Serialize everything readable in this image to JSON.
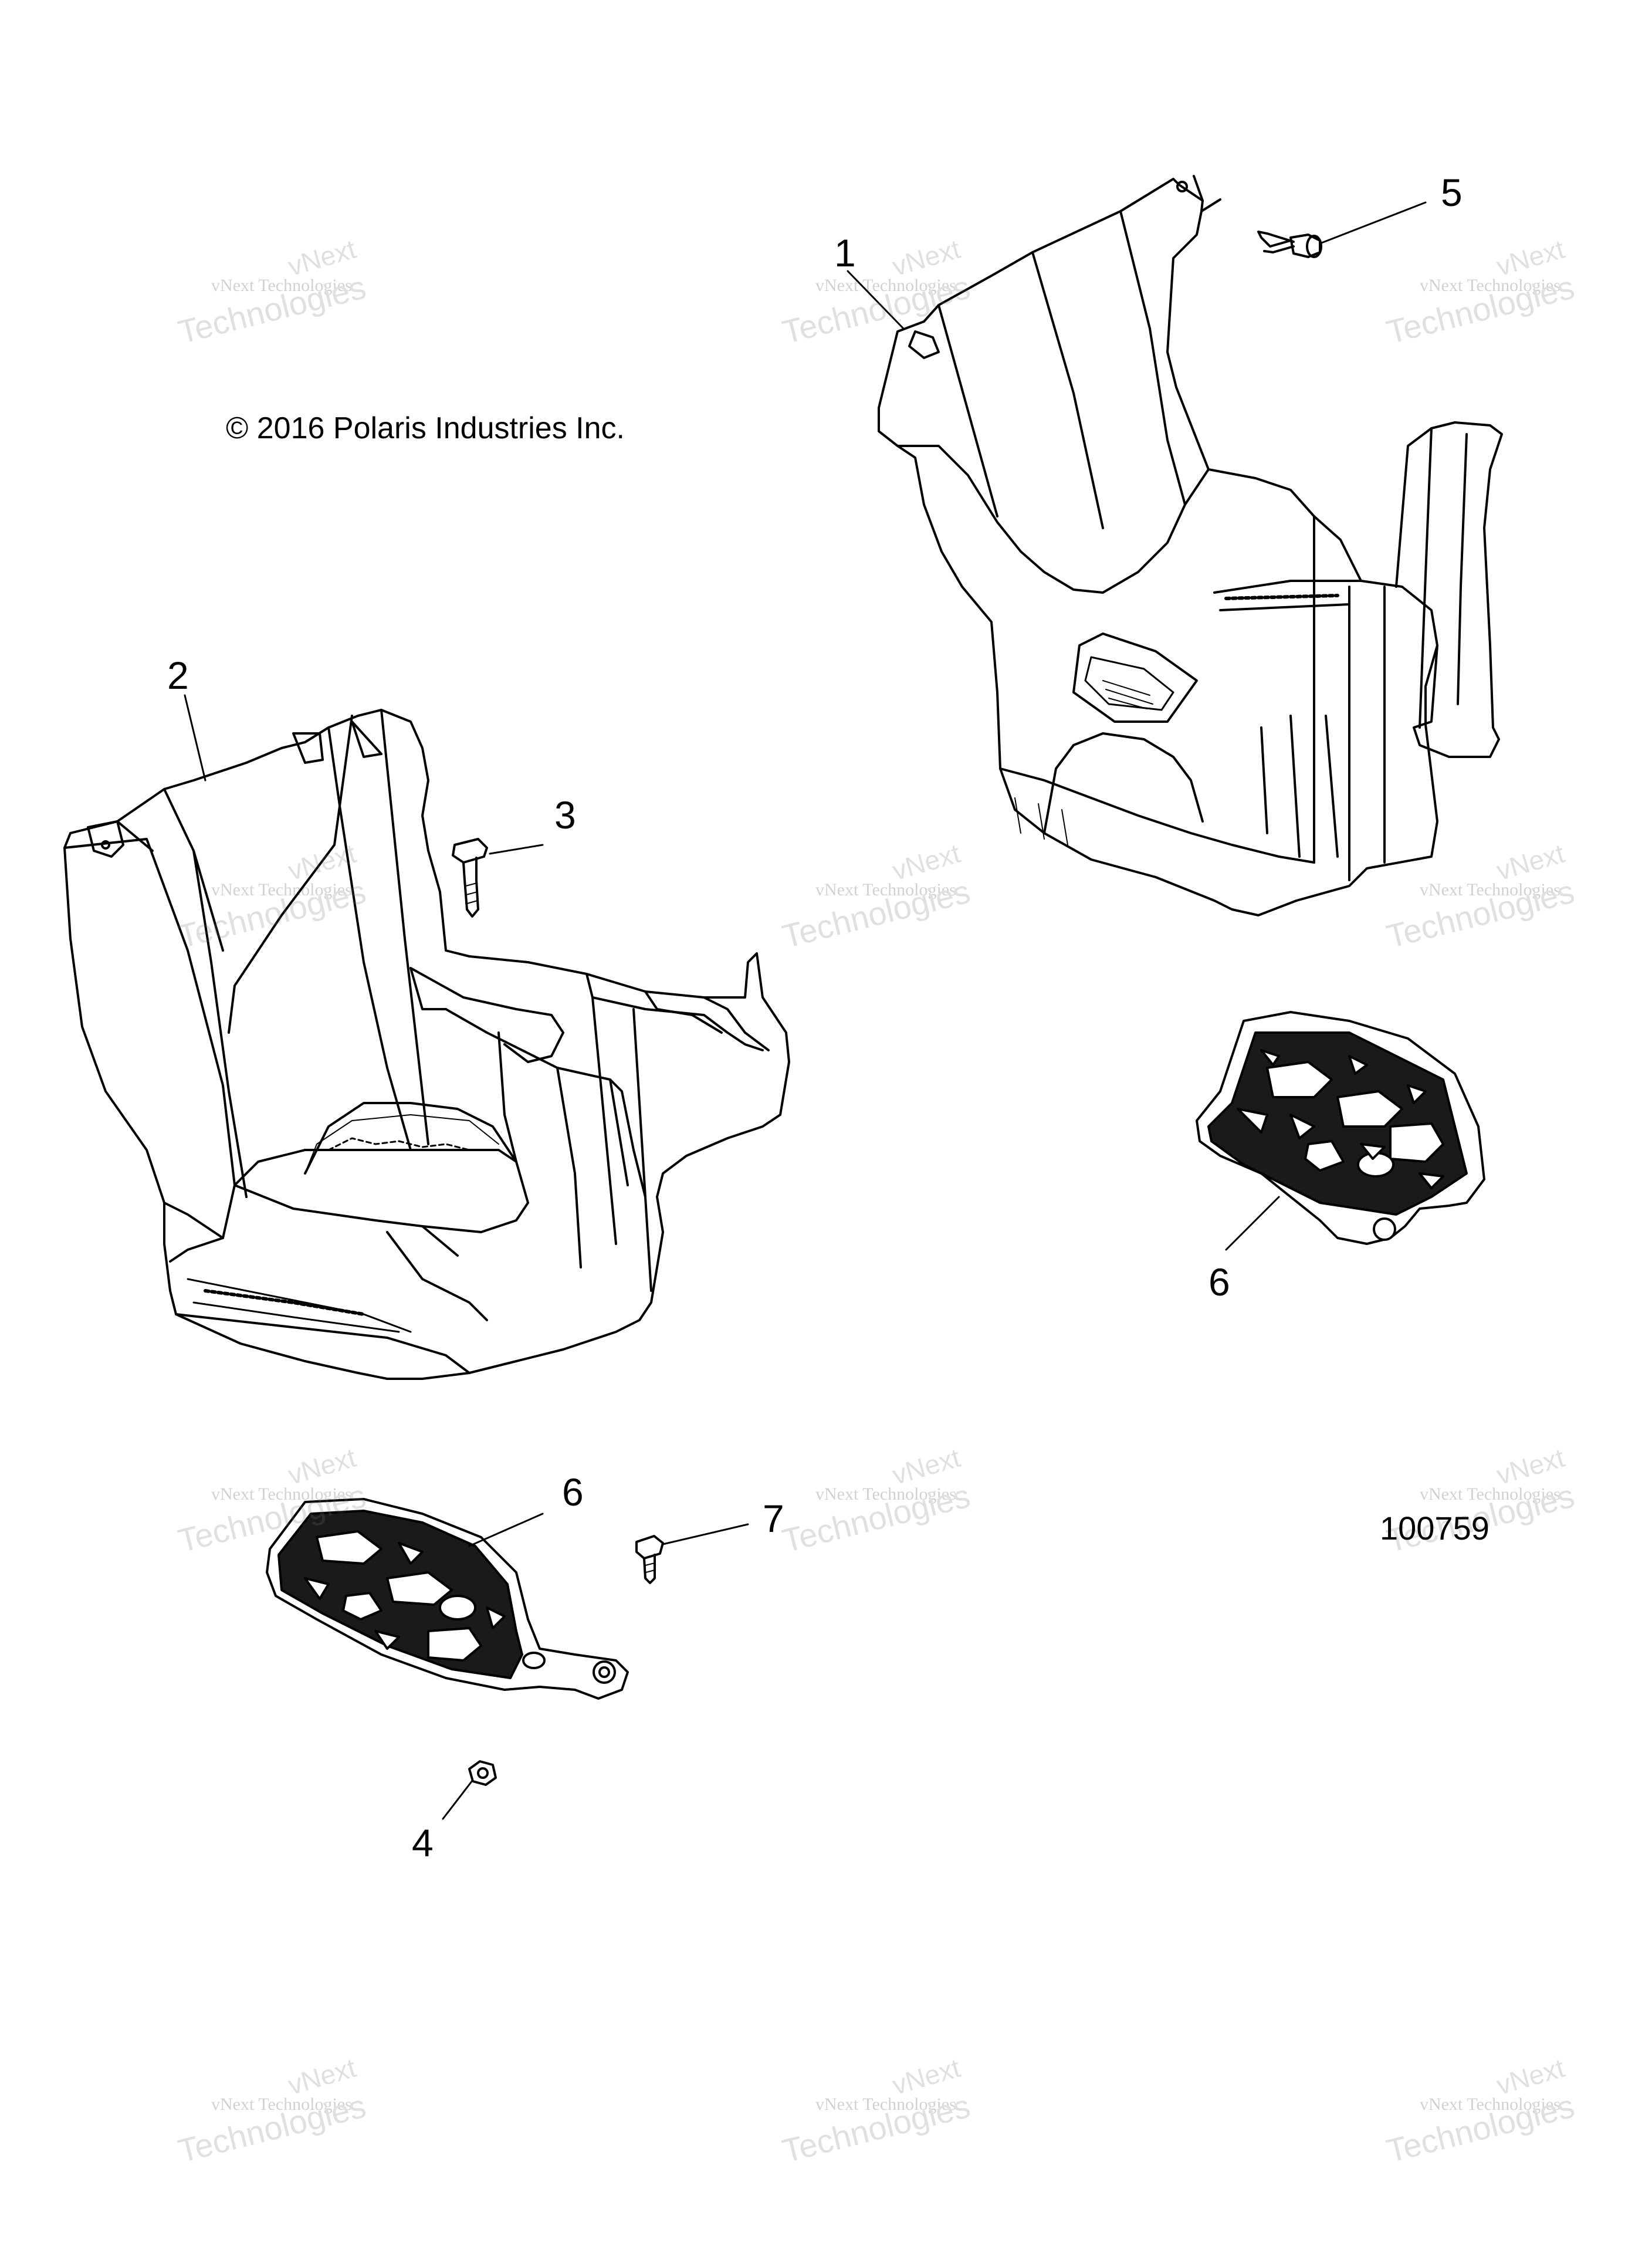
{
  "diagram": {
    "copyright": "© 2016 Polaris Industries Inc.",
    "figure_id": "100759",
    "callouts": [
      "1",
      "2",
      "3",
      "4",
      "5",
      "6",
      "6",
      "7"
    ],
    "watermark": {
      "line1": "vNext",
      "line2": "vNext Technologies",
      "line3": "Technologies"
    }
  }
}
